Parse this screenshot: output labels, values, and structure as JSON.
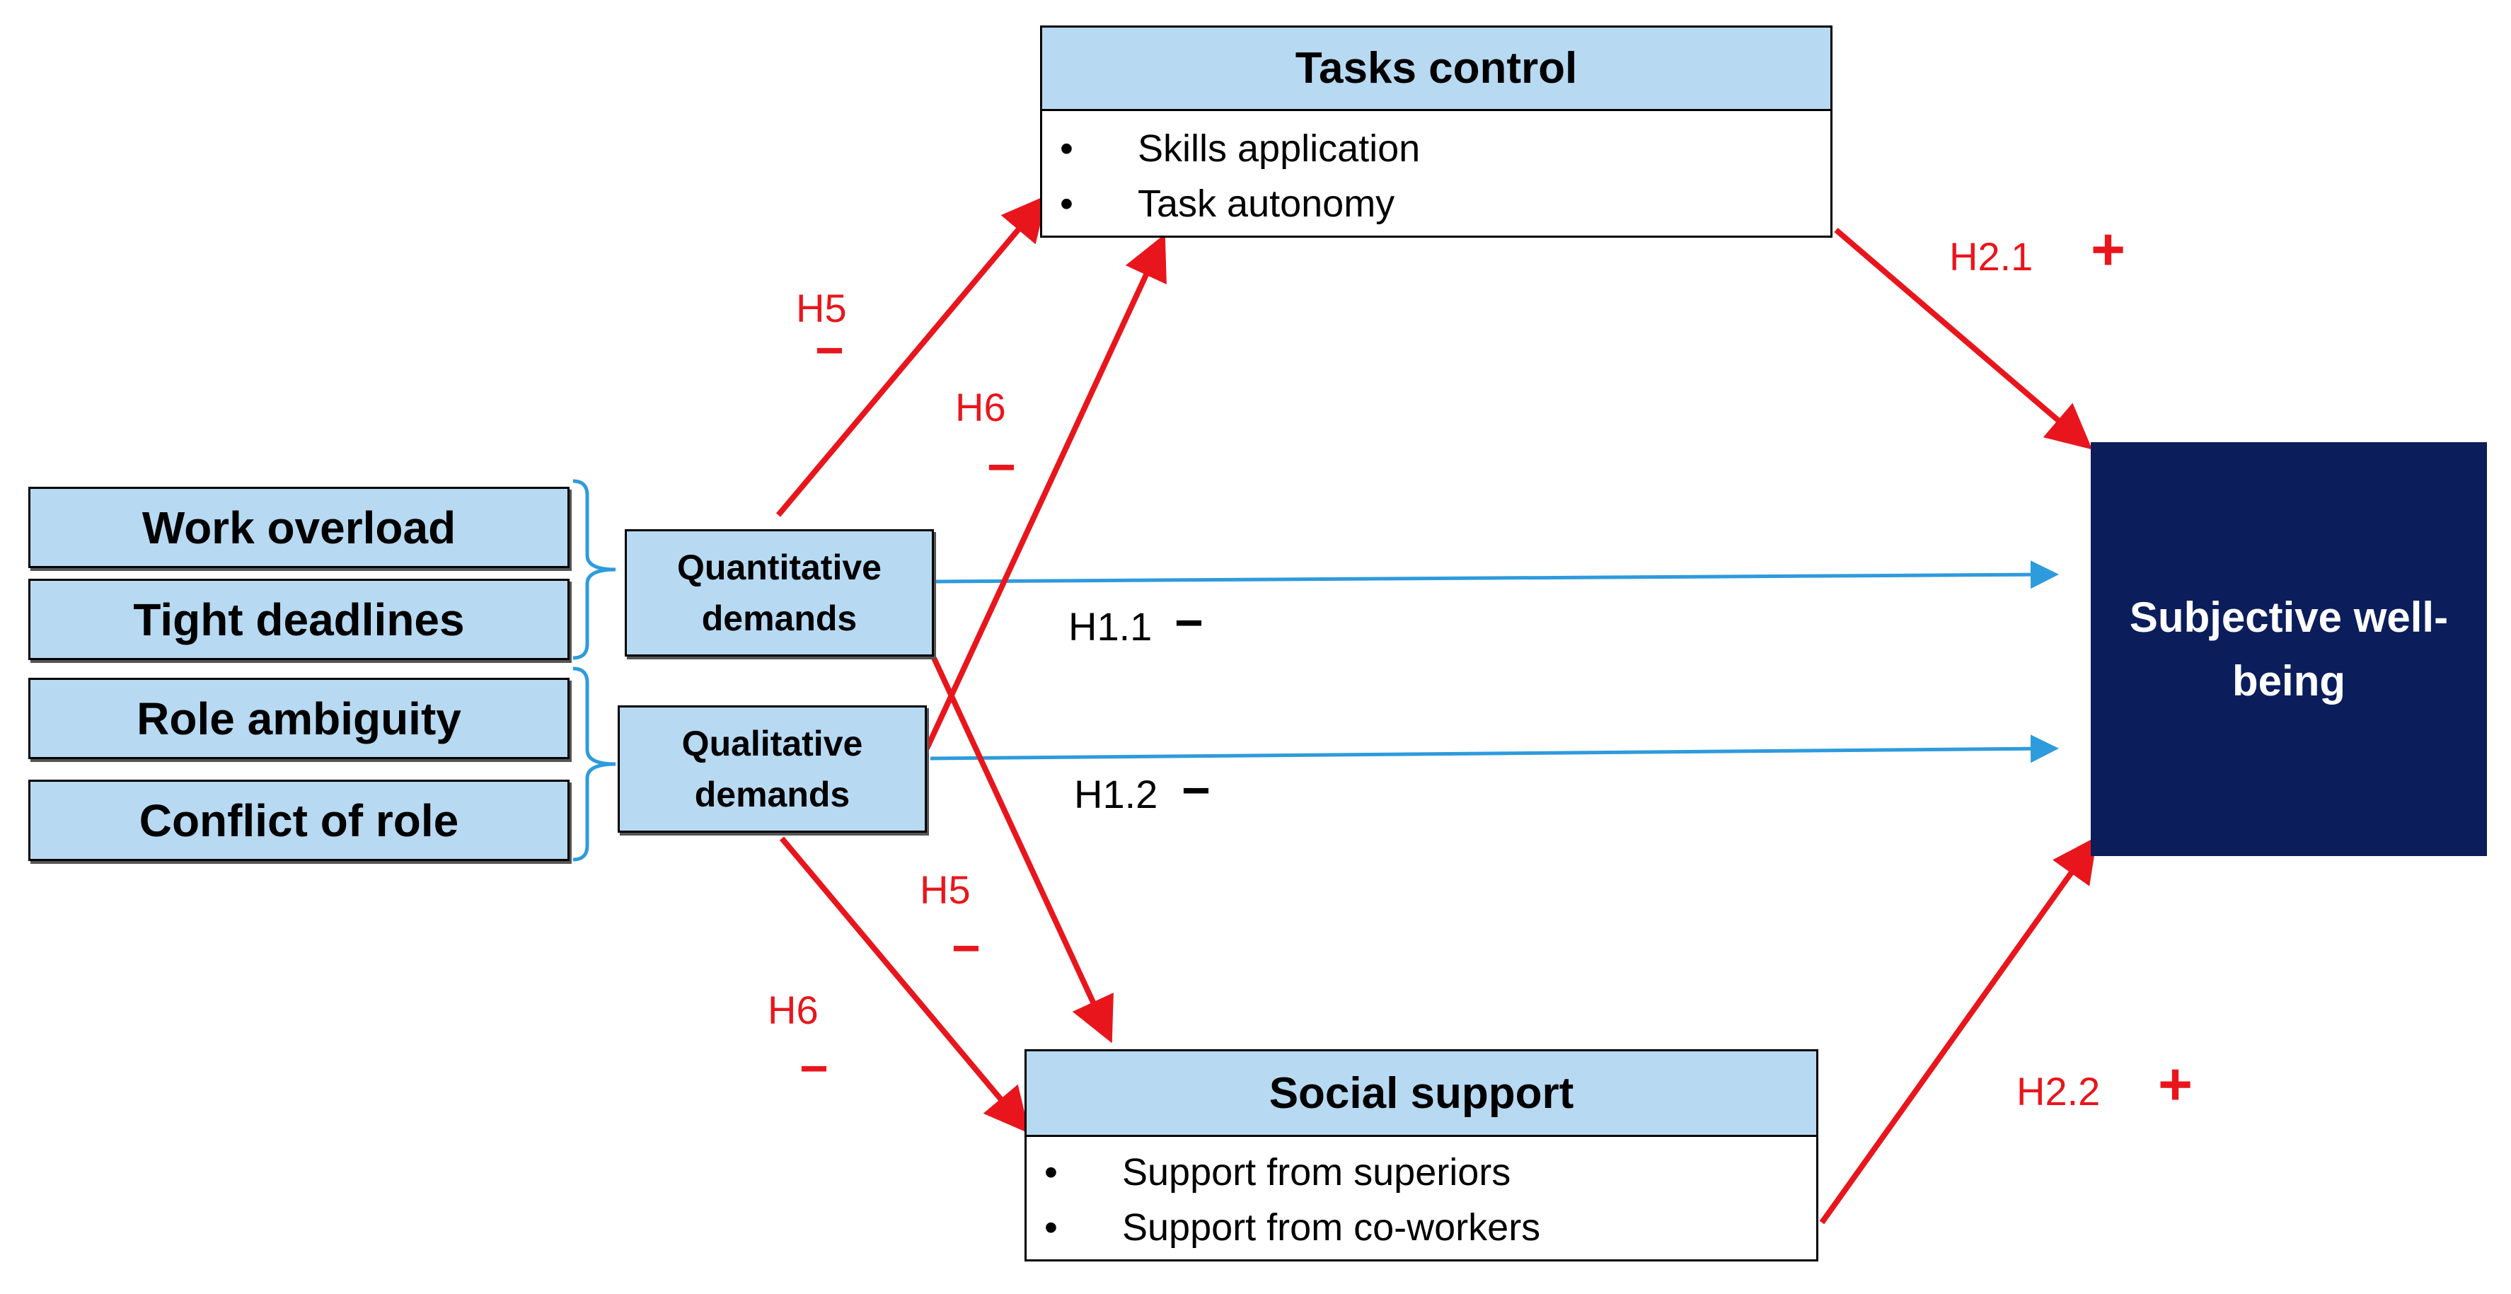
{
  "nodes": {
    "work_overload": "Work overload",
    "tight_deadlines": "Tight deadlines",
    "role_ambiguity": "Role ambiguity",
    "conflict_of_role": "Conflict of role",
    "quantitative_demands": "Quantitative\ndemands",
    "qualitative_demands": "Qualitative\ndemands",
    "tasks_control": {
      "title": "Tasks control",
      "items": [
        "Skills application",
        "Task autonomy"
      ]
    },
    "social_support": {
      "title": "Social support",
      "items": [
        "Support from superiors",
        "Support from co-workers"
      ]
    },
    "subjective_wellbeing": "Subjective well-\nbeing",
    "bullet": "•"
  },
  "hypotheses": {
    "h5_top": {
      "label": "H5",
      "sign": "−"
    },
    "h6_top": {
      "label": "H6",
      "sign": "−"
    },
    "h1_1": {
      "label": "H1.1",
      "sign": "−"
    },
    "h1_2": {
      "label": "H1.2",
      "sign": "−"
    },
    "h5_bottom": {
      "label": "H5",
      "sign": "−"
    },
    "h6_bottom": {
      "label": "H6",
      "sign": "−"
    },
    "h2_1": {
      "label": "H2.1",
      "sign": "+"
    },
    "h2_2": {
      "label": "H2.2",
      "sign": "+"
    }
  },
  "colors": {
    "box_fill": "#b7d9f2",
    "outcome_fill": "#0b1e5b",
    "red_arrow": "#e8161c",
    "blue_arrow": "#2e9bdc",
    "bracket": "#2e9bdc"
  }
}
